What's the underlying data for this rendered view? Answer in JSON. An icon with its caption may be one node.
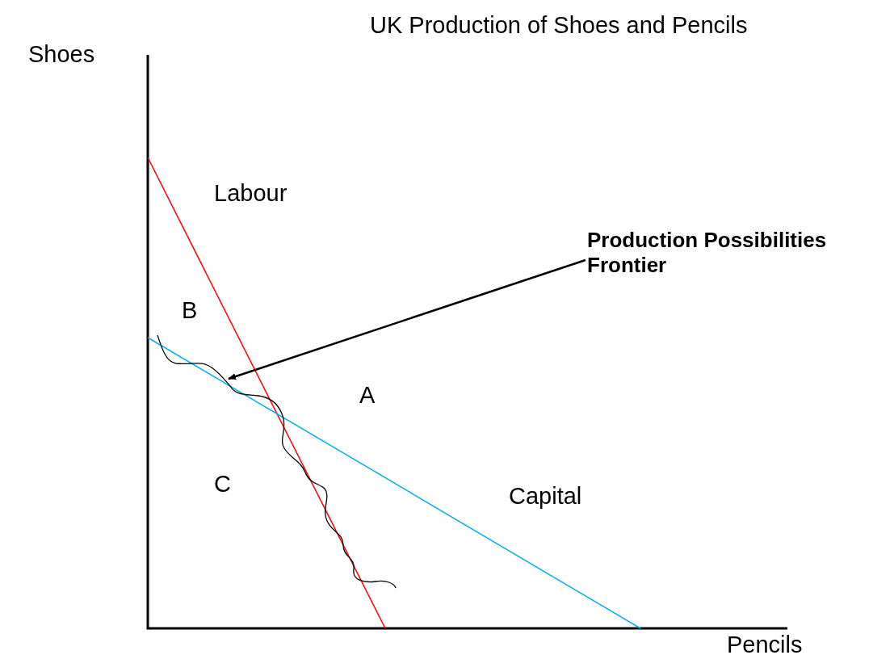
{
  "diagram": {
    "title": "UK Production of Shoes and Pencils",
    "nodes": [
      {
        "text": [
          "Production Possibilities Frontier"
        ]
      },
      {
        "text": [],
        "shape": "curve"
      }
    ],
    "edges": [
      {
        "from": 0,
        "to": 1,
        "arrow": "to"
      }
    ],
    "labels": [
      "Shoes",
      "Labour",
      "B",
      "A",
      "C",
      "Capital",
      "Pencils"
    ]
  }
}
